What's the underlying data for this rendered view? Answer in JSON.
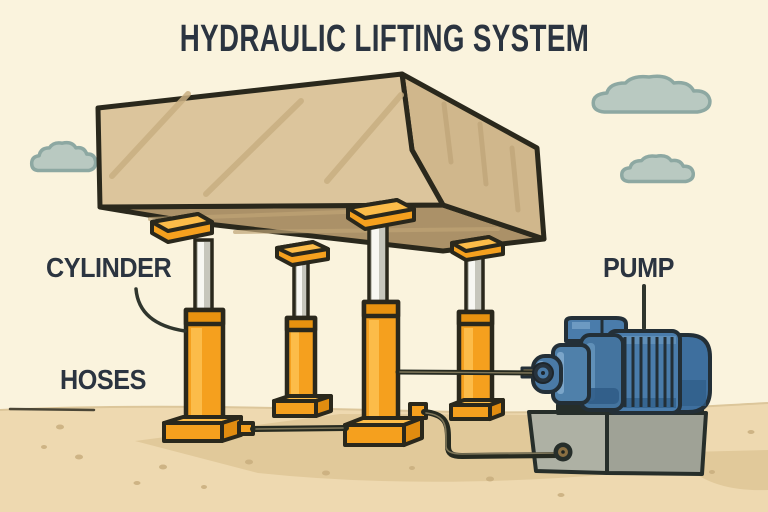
{
  "title": "HYDRAULIC LIFTING SYSTEM",
  "labels": {
    "cylinder": "CYLINDER",
    "hoses": "HOSES",
    "pump": "PUMP"
  },
  "scene": {
    "description": "Cartoon diagram of a hydraulic lifting system",
    "elements": [
      "load-block",
      "four-hydraulic-cylinders",
      "piston-rods",
      "saddle-plates",
      "hoses",
      "pump-motor",
      "pump-base",
      "clouds",
      "sandy-ground"
    ]
  },
  "palette": {
    "background": "#faf3dd",
    "text": "#2b3440",
    "outline": "#2a2c22",
    "cylinder_orange": "#f5a01e",
    "cylinder_highlight": "#fcbc49",
    "cylinder_cap": "#e8920f",
    "piston_silver": "#c6c6bc",
    "load_front": "#dcc59c",
    "load_side": "#d0b78c",
    "load_bottom": "#ab9168",
    "pump_blue": "#4a7cab",
    "pump_blue_dark": "#2f5c86",
    "pump_base_gray": "#aeb1a4",
    "hose_dark": "#262a20",
    "sand": "#eed9b0",
    "sand_shadow": "#e1c99a",
    "cloud_fill": "#b9c9c1",
    "cloud_outline": "#8da8a2"
  }
}
